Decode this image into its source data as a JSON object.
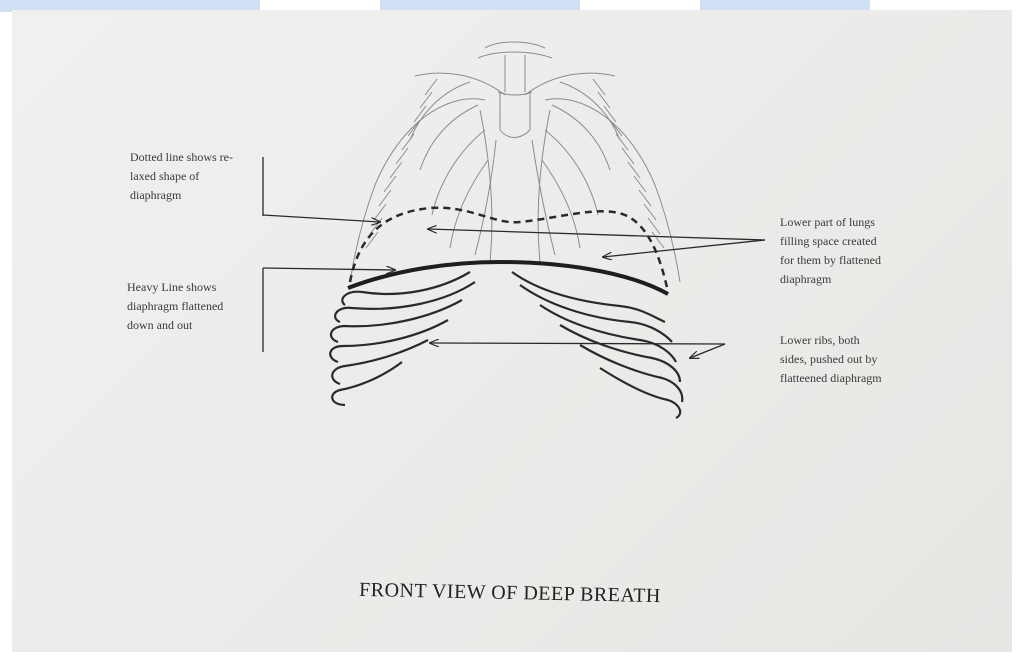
{
  "labels": {
    "dotted_line": "Dotted line shows re-\nlaxed shape of\ndiaphragm",
    "heavy_line": "Heavy Line shows\ndiaphragm flattened\ndown and out",
    "lower_lungs": "Lower part of lungs\nfilling space created\nfor them by flattened\ndiaphragm",
    "lower_ribs": "Lower ribs, both\nsides, pushed out by\nflatteened diaphragm"
  },
  "caption": "FRONT VIEW OF DEEP BREATH",
  "colors": {
    "ink": "#2a2a2a",
    "sketch": "#8c8c8c",
    "page": "#ecebe9",
    "edge_wash": "#cfe0f5"
  }
}
